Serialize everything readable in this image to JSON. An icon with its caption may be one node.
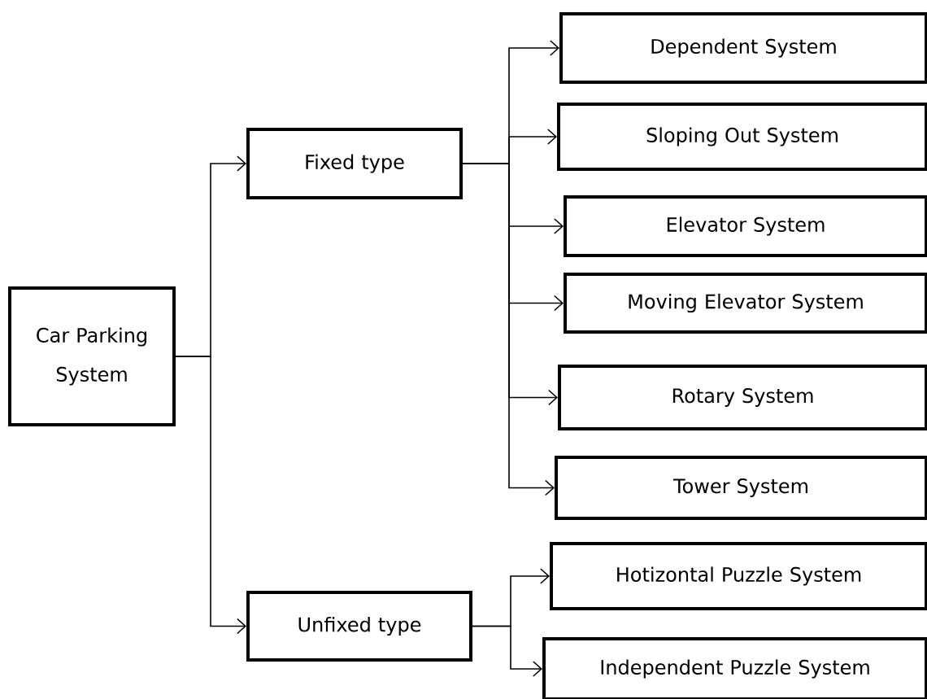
{
  "diagram": {
    "nodes": [
      {
        "text": [
          "Car Parking System"
        ]
      },
      {
        "text": [
          "Fixed type"
        ]
      },
      {
        "text": [
          "Unfixed type"
        ]
      },
      {
        "text": [
          "Dependent System"
        ]
      },
      {
        "text": [
          "Sloping Out System"
        ]
      },
      {
        "text": [
          "Elevator System"
        ]
      },
      {
        "text": [
          "Moving Elevator System"
        ]
      },
      {
        "text": [
          "Rotary System"
        ]
      },
      {
        "text": [
          "Tower System"
        ]
      },
      {
        "text": [
          "Hotizontal Puzzle System"
        ]
      },
      {
        "text": [
          "Independent Puzzle System"
        ]
      }
    ],
    "edges": [
      {
        "from": 0,
        "to": 1,
        "arrow": "to"
      },
      {
        "from": 0,
        "to": 2,
        "arrow": "to"
      },
      {
        "from": 1,
        "to": 3,
        "arrow": "to"
      },
      {
        "from": 1,
        "to": 4,
        "arrow": "to"
      },
      {
        "from": 1,
        "to": 5,
        "arrow": "to"
      },
      {
        "from": 1,
        "to": 6,
        "arrow": "to"
      },
      {
        "from": 1,
        "to": 7,
        "arrow": "to"
      },
      {
        "from": 1,
        "to": 8,
        "arrow": "to"
      },
      {
        "from": 2,
        "to": 9,
        "arrow": "to"
      },
      {
        "from": 2,
        "to": 10,
        "arrow": "to"
      }
    ]
  }
}
